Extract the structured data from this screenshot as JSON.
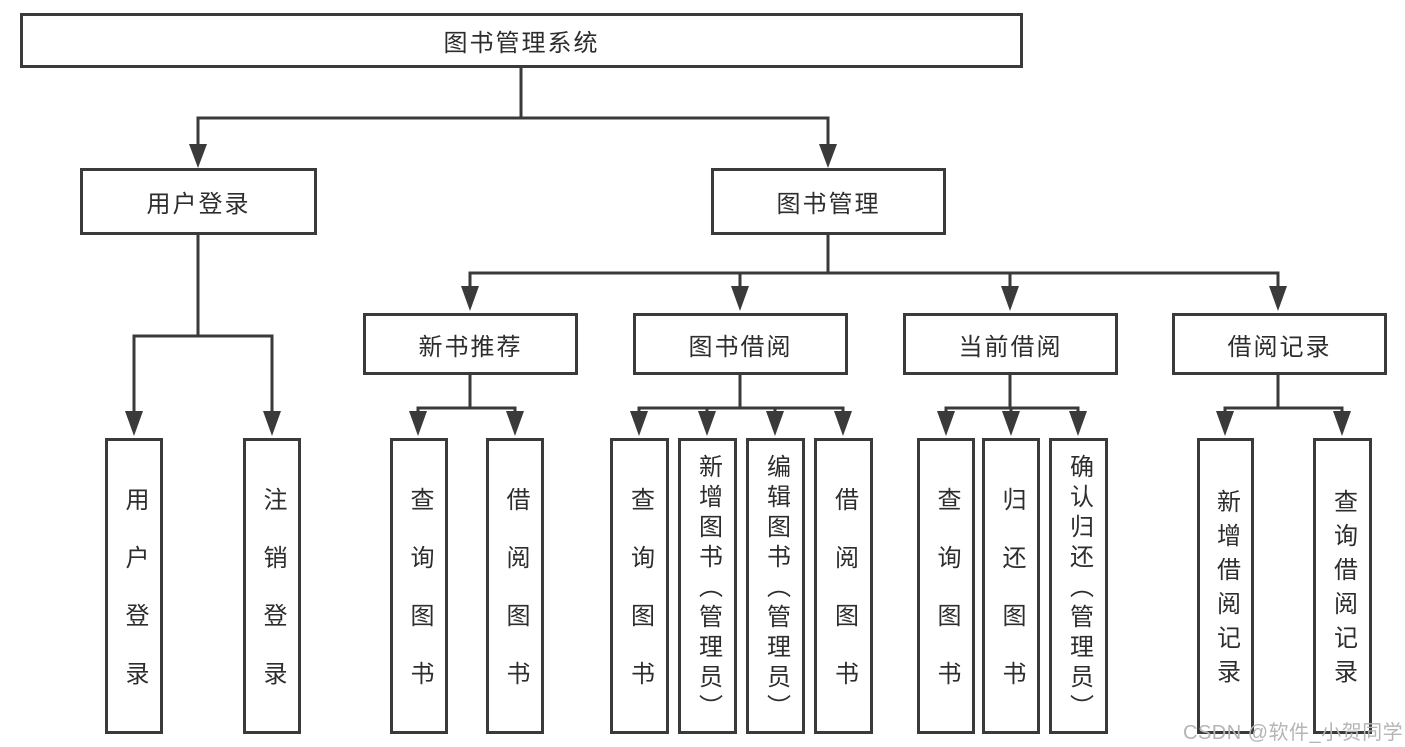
{
  "colors": {
    "line": "#3a3a3a",
    "text": "#2d2d2d",
    "watermark": "#b5b5b5",
    "background": "#ffffff"
  },
  "watermark": "CSDN @软件_小贺同学",
  "tree": {
    "label": "图书管理系统",
    "children": [
      {
        "label": "用户登录",
        "children": [
          {
            "label": "用户登录"
          },
          {
            "label": "注销登录"
          }
        ]
      },
      {
        "label": "图书管理",
        "children": [
          {
            "label": "新书推荐",
            "children": [
              {
                "label": "查询图书"
              },
              {
                "label": "借阅图书"
              }
            ]
          },
          {
            "label": "图书借阅",
            "children": [
              {
                "label": "查询图书"
              },
              {
                "label": "新增图书（管理员）"
              },
              {
                "label": "编辑图书（管理员）"
              },
              {
                "label": "借阅图书"
              }
            ]
          },
          {
            "label": "当前借阅",
            "children": [
              {
                "label": "查询图书"
              },
              {
                "label": "归还图书"
              },
              {
                "label": "确认归还（管理员）"
              }
            ]
          },
          {
            "label": "借阅记录",
            "children": [
              {
                "label": "新增借阅记录"
              },
              {
                "label": "查询借阅记录"
              }
            ]
          }
        ]
      }
    ]
  }
}
